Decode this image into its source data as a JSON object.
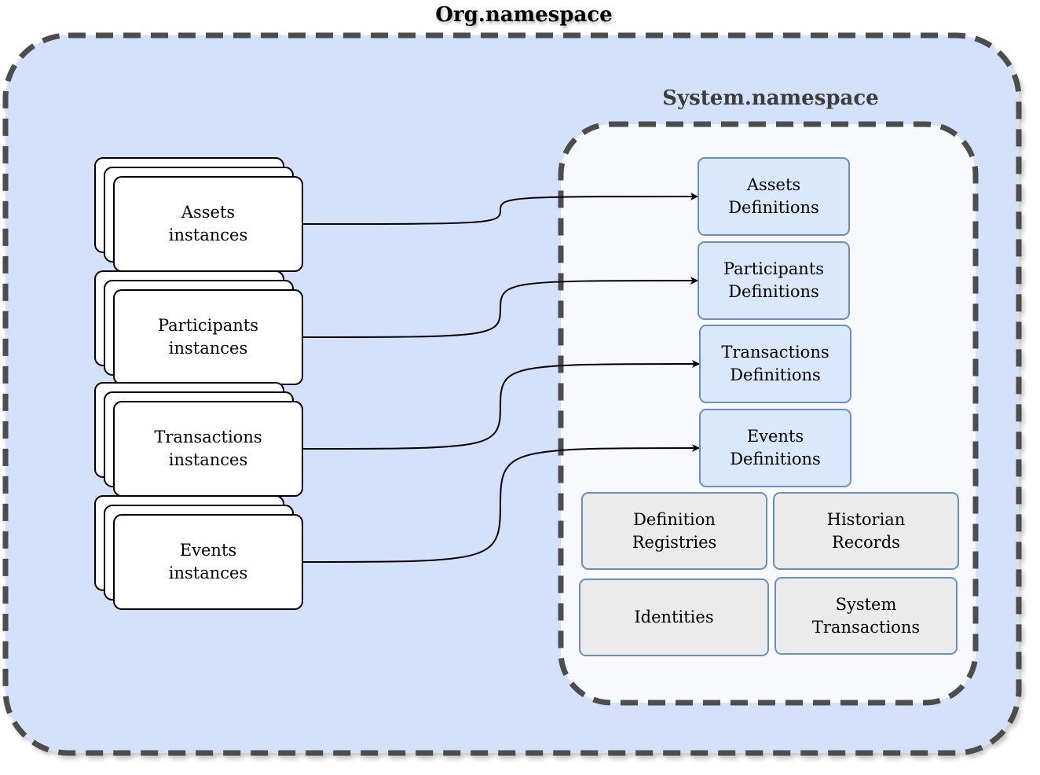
{
  "diagram": {
    "colors": {
      "org_fill": "#d4e1fb",
      "org_border": "#4d4d4d",
      "system_fill": "#f7f9fc",
      "definition_fill": "#dae8fc",
      "definition_border": "#6c8ebf",
      "core_fill": "#ebebeb",
      "core_border": "#6c8ebf",
      "instance_fill": "#ffffff",
      "instance_border": "#000000",
      "edge": "#000000"
    },
    "containers": {
      "org": {
        "label": "Org.namespace"
      },
      "system": {
        "label": "System.namespace"
      }
    },
    "instances": [
      {
        "id": "assets-instances",
        "label": "Assets\ninstances"
      },
      {
        "id": "participants-instances",
        "label": "Participants\ninstances"
      },
      {
        "id": "transactions-instances",
        "label": "Transactions\ninstances"
      },
      {
        "id": "events-instances",
        "label": "Events\ninstances"
      }
    ],
    "definitions": [
      {
        "id": "assets-definitions",
        "label": "Assets\nDefinitions"
      },
      {
        "id": "participants-definitions",
        "label": "Participants\nDefinitions"
      },
      {
        "id": "transactions-definitions",
        "label": "Transactions\nDefinitions"
      },
      {
        "id": "events-definitions",
        "label": "Events\nDefinitions"
      }
    ],
    "core": [
      {
        "id": "definition-registries",
        "label": "Definition\nRegistries"
      },
      {
        "id": "historian-records",
        "label": "Historian\nRecords"
      },
      {
        "id": "identities",
        "label": "Identities"
      },
      {
        "id": "system-transactions",
        "label": "System\nTransactions"
      }
    ],
    "edges": [
      {
        "from": "assets-instances",
        "to": "assets-definitions",
        "arrow": "end"
      },
      {
        "from": "participants-instances",
        "to": "participants-definitions",
        "arrow": "end"
      },
      {
        "from": "transactions-instances",
        "to": "transactions-definitions",
        "arrow": "end"
      },
      {
        "from": "events-instances",
        "to": "events-definitions",
        "arrow": "end"
      }
    ]
  }
}
